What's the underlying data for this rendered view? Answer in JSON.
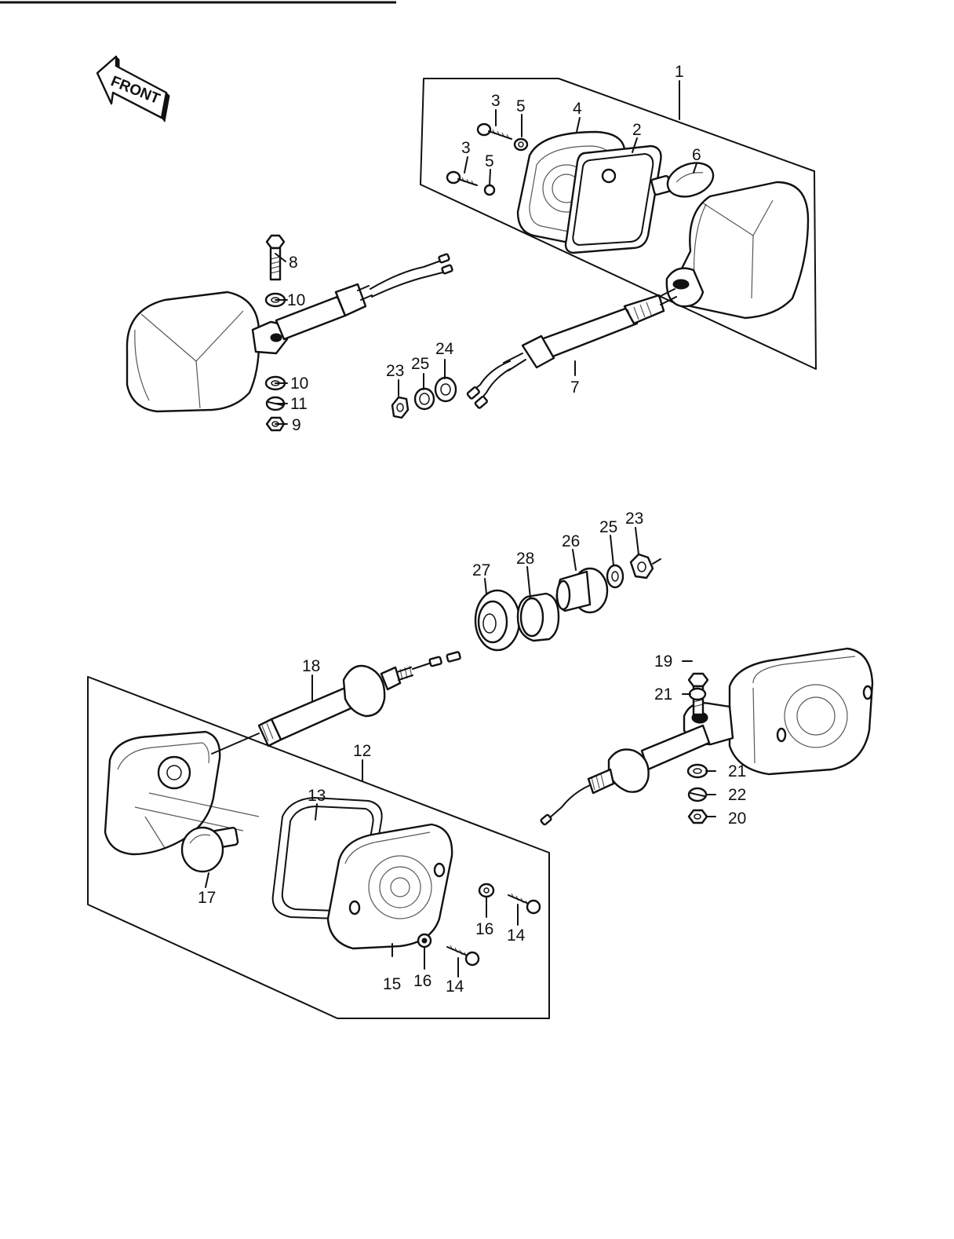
{
  "front_badge": {
    "text": "FRONT"
  },
  "callouts": {
    "c1": "1",
    "c2": "2",
    "c3a": "3",
    "c3b": "3",
    "c4": "4",
    "c5a": "5",
    "c5b": "5",
    "c6": "6",
    "c7": "7",
    "c8": "8",
    "c9": "9",
    "c10a": "10",
    "c10b": "10",
    "c11": "11",
    "c12": "12",
    "c13": "13",
    "c14a": "14",
    "c14b": "14",
    "c15": "15",
    "c16a": "16",
    "c16b": "16",
    "c17": "17",
    "c18": "18",
    "c19": "19",
    "c20": "20",
    "c21a": "21",
    "c21b": "21",
    "c22": "22",
    "c23a": "23",
    "c23b": "23",
    "c24": "24",
    "c25a": "25",
    "c25b": "25",
    "c26": "26",
    "c27": "27",
    "c28": "28"
  }
}
